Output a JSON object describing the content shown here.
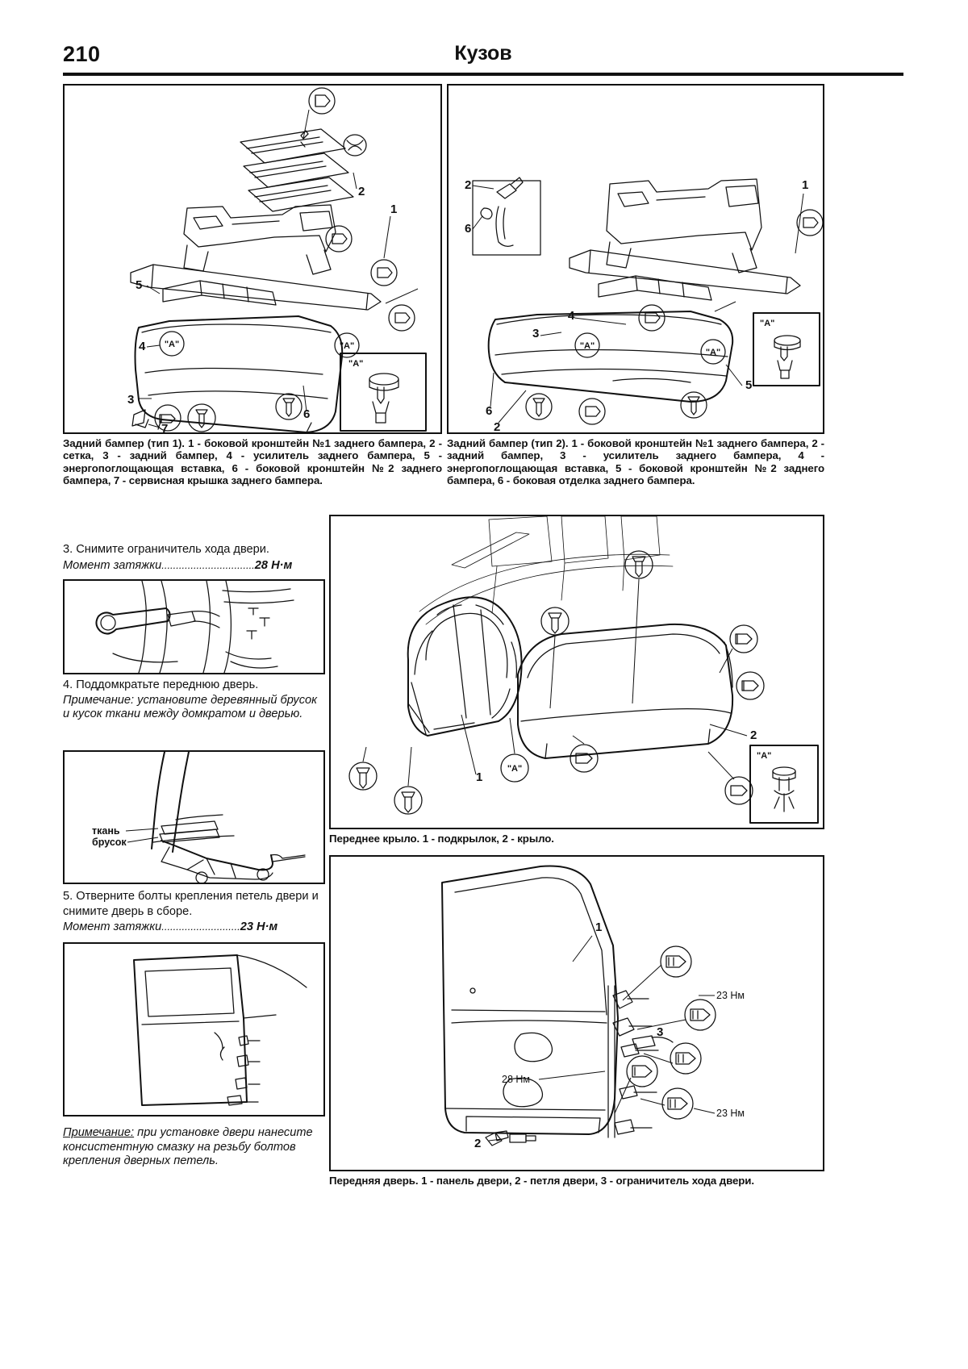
{
  "header": {
    "page_number": "210",
    "title": "Кузов"
  },
  "figures": {
    "rear_bumper_type1": {
      "caption": "Задний бампер (тип 1). 1 - боковой кронштейн №1 заднего бампера, 2 - сетка, 3 - задний бампер, 4 - усилитель заднего бампера, 5 - энергопоглощающая вставка, 6 - боковой кронштейн №2 заднего бампера, 7 - сервисная крышка заднего бампера.",
      "callouts": [
        "1",
        "2",
        "3",
        "4",
        "5",
        "6",
        "7"
      ],
      "detail_label": "\"A\""
    },
    "rear_bumper_type2": {
      "caption": "Задний бампер (тип 2). 1 - боковой кронштейн №1 заднего бампера, 2 - задний бампер, 3 - усилитель заднего бампера, 4 - энергопоглощающая вставка, 5 - боковой кронштейн №2 заднего бампера, 6 - боковая отделка заднего бампера.",
      "callouts": [
        "1",
        "2",
        "3",
        "4",
        "5",
        "6"
      ],
      "detail_label": "\"A\""
    },
    "front_fender": {
      "caption": "Переднее крыло. 1 - подкрылок, 2 - крыло.",
      "callouts": [
        "1",
        "2"
      ],
      "detail_label": "\"A\""
    },
    "front_door": {
      "caption": "Передняя дверь. 1 - панель двери, 2 - петля двери, 3 - ограничитель хода двери.",
      "callouts": [
        "1",
        "2",
        "3"
      ],
      "torques": [
        "23 Нм",
        "28 Нм",
        "23 Нм"
      ]
    }
  },
  "steps": {
    "step3": {
      "text": "3. Снимите ограничитель хода двери.",
      "torque_label": "Момент затяжки",
      "torque_dots": "................................",
      "torque_value": "28 Н·м"
    },
    "step4": {
      "text": "4. Поддомкратьте переднюю дверь.",
      "note_label": "Примечание:",
      "note_text": " установите деревянный брусок и кусок ткани между домкратом и дверью.",
      "jack_labels": [
        "ткань",
        "брусок"
      ]
    },
    "step5": {
      "text": "5. Отверните болты крепления петель двери и снимите дверь в сборе.",
      "torque_label": "Момент затяжки",
      "torque_dots": "...........................",
      "torque_value": "23 Н·м"
    },
    "note_bottom": {
      "label": "Примечание:",
      "text": " при установке двери нанесите консистентную смазку на резьбу болтов крепления дверных петель."
    }
  },
  "colors": {
    "ink": "#111111",
    "paper": "#ffffff"
  }
}
